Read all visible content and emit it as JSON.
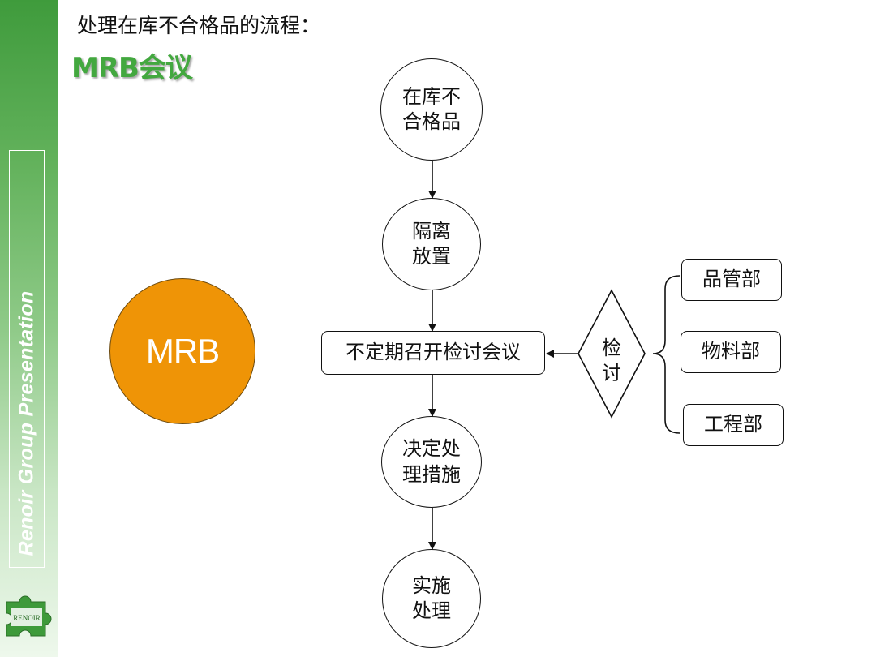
{
  "page": {
    "title": "处理在库不合格品的流程：",
    "subtitle": "MRB会议"
  },
  "sidebar": {
    "text": "Renoir Group Presentation",
    "logo_text": "RENOIR"
  },
  "mrb_badge": {
    "label": "MRB",
    "color": "#ef9406"
  },
  "flow": {
    "step1": {
      "line1": "在库不",
      "line2": "合格品"
    },
    "step2": {
      "line1": "隔离",
      "line2": "放置"
    },
    "step3": {
      "label": "不定期召开检讨会议"
    },
    "step4": {
      "line1": "决定处",
      "line2": "理措施"
    },
    "step5": {
      "line1": "实施",
      "line2": "处理"
    }
  },
  "review": {
    "line1": "检",
    "line2": "讨"
  },
  "departments": [
    "品管部",
    "物料部",
    "工程部"
  ],
  "colors": {
    "sidebar_green": "#43a83f",
    "subtitle_green": "#43a83f"
  }
}
